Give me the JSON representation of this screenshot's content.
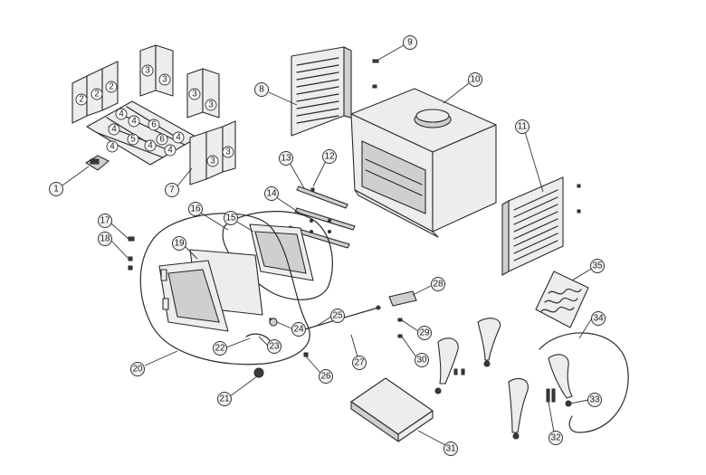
{
  "callouts": [
    {
      "n": "1"
    },
    {
      "n": "2"
    },
    {
      "n": "3"
    },
    {
      "n": "4"
    },
    {
      "n": "5"
    },
    {
      "n": "6"
    },
    {
      "n": "7"
    },
    {
      "n": "8"
    },
    {
      "n": "9"
    },
    {
      "n": "10"
    },
    {
      "n": "11"
    },
    {
      "n": "12"
    },
    {
      "n": "13"
    },
    {
      "n": "14"
    },
    {
      "n": "15"
    },
    {
      "n": "16"
    },
    {
      "n": "17"
    },
    {
      "n": "18"
    },
    {
      "n": "19"
    },
    {
      "n": "20"
    },
    {
      "n": "21"
    },
    {
      "n": "22"
    },
    {
      "n": "23"
    },
    {
      "n": "24"
    },
    {
      "n": "25"
    },
    {
      "n": "26"
    },
    {
      "n": "27"
    },
    {
      "n": "28"
    },
    {
      "n": "29"
    },
    {
      "n": "30"
    },
    {
      "n": "31"
    },
    {
      "n": "32"
    },
    {
      "n": "33"
    },
    {
      "n": "34"
    },
    {
      "n": "35"
    }
  ],
  "bricks": {
    "back_bricks": [
      "2",
      "2",
      "2"
    ],
    "side_bricks_top": [
      "3",
      "3"
    ],
    "side_bricks_right": [
      "3",
      "3"
    ],
    "side_bricks_lower": [
      "3",
      "3"
    ],
    "floor_bricks": [
      "4",
      "4",
      "6",
      "4",
      "4",
      "5",
      "4",
      "6",
      "4",
      "4"
    ]
  }
}
